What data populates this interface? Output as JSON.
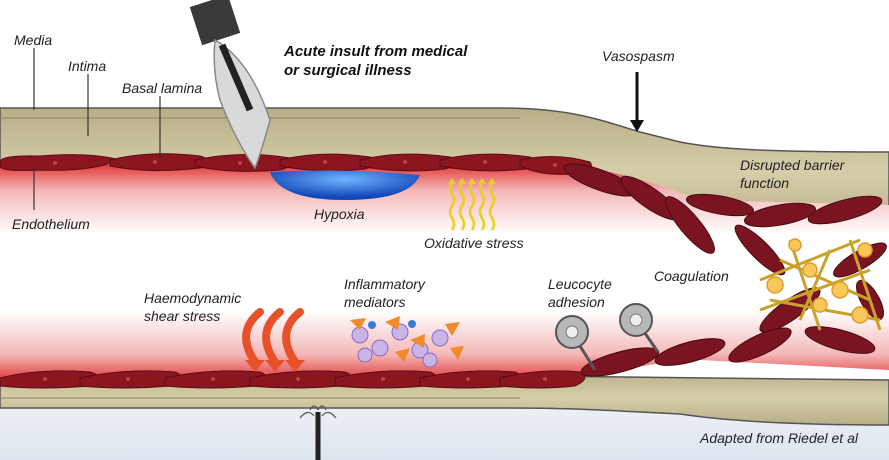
{
  "figure": {
    "title_lines": [
      "Acute insult from medical",
      "or surgical illness"
    ],
    "labels": {
      "media": "Media",
      "intima": "Intima",
      "basal_lamina": "Basal lamina",
      "endothelium": "Endothelium",
      "vasospasm": "Vasospasm",
      "disrupted_barrier": [
        "Disrupted barrier",
        "function"
      ],
      "hypoxia": "Hypoxia",
      "oxidative_stress": "Oxidative stress",
      "haemodynamic_shear": [
        "Haemodynamic",
        "shear stress"
      ],
      "inflammatory_mediators": [
        "Inflammatory",
        "mediators"
      ],
      "leucocyte_adhesion": [
        "Leucocyte",
        "adhesion"
      ],
      "coagulation": "Coagulation",
      "credit": "Adapted from Riedel et al"
    },
    "colors": {
      "vessel_wall": "#cfc6a0",
      "lumen_glow": "#e85a5a",
      "endothelial_cell": "#8b1620",
      "hypoxia": "#2a6fd8",
      "oxidative": "#f2e23a",
      "shear_arrows": "#e8502a",
      "clot_fibrin": "#c9a22a",
      "platelet": "#f7c95a"
    }
  }
}
